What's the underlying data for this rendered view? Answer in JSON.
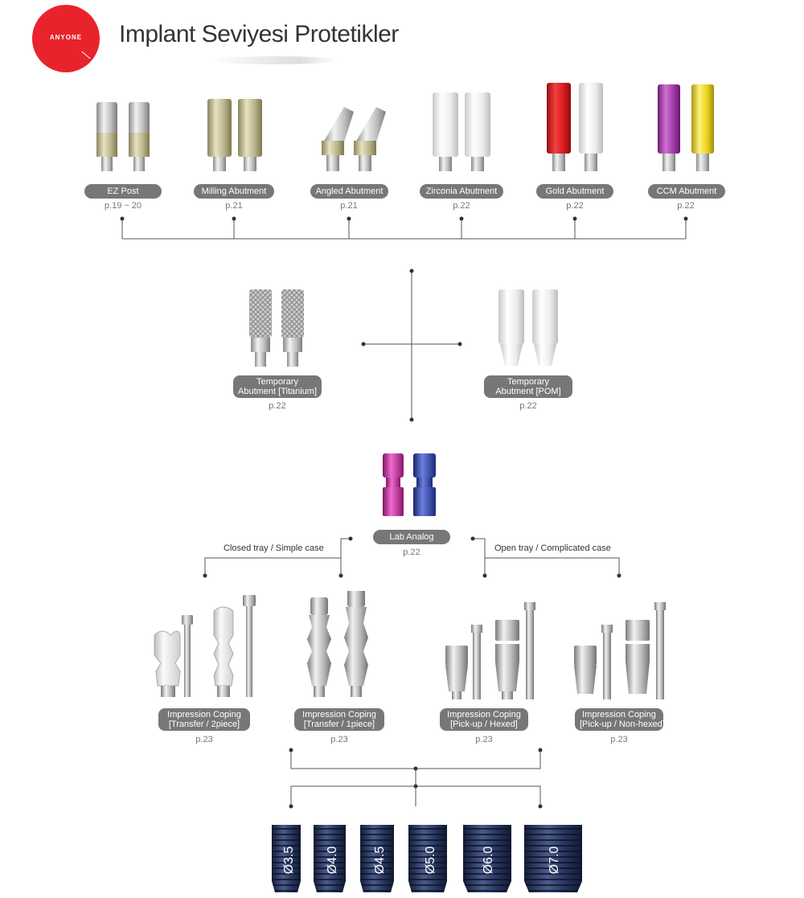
{
  "header": {
    "logo_text": "ANYONE",
    "title": "Implant Seviyesi Protetikler"
  },
  "abutments": [
    {
      "label": "EZ Post",
      "page": "p.19 ~ 20"
    },
    {
      "label": "Milling Abutment",
      "page": "p.21"
    },
    {
      "label": "Angled Abutment",
      "page": "p.21"
    },
    {
      "label": "Zirconia Abutment",
      "page": "p.22"
    },
    {
      "label": "Gold Abutment",
      "page": "p.22"
    },
    {
      "label": "CCM Abutment",
      "page": "p.22"
    }
  ],
  "temporary": [
    {
      "label_line1": "Temporary",
      "label_line2": "Abutment [Titanium]",
      "page": "p.22"
    },
    {
      "label_line1": "Temporary",
      "label_line2": "Abutment [POM]",
      "page": "p.22"
    }
  ],
  "lab_analog": {
    "label": "Lab Analog",
    "page": "p.22"
  },
  "trays": {
    "closed": "Closed tray / Simple case",
    "open": "Open tray / Complicated case"
  },
  "copings": [
    {
      "label_line1": "Impression Coping",
      "label_line2": "[Transfer / 2piece]",
      "page": "p.23"
    },
    {
      "label_line1": "Impression Coping",
      "label_line2": "[Transfer / 1piece]",
      "page": "p.23"
    },
    {
      "label_line1": "Impression Coping",
      "label_line2": "[Pick-up / Hexed]",
      "page": "p.23"
    },
    {
      "label_line1": "Impression Coping",
      "label_line2": "[Pick-up / Non-hexed]",
      "page": "p.23"
    }
  ],
  "implants": [
    "Ø3.5",
    "Ø4.0",
    "Ø4.5",
    "Ø5.0",
    "Ø6.0",
    "Ø7.0"
  ],
  "colors": {
    "brand_red": "#e8232b",
    "pill_gray": "#777777",
    "implant_navy": "#1f2e55",
    "gold_red": "#d81a1e",
    "ccm_purple": "#a23aa8",
    "ccm_yellow": "#e8d21c",
    "analog_pink": "#c8289c",
    "analog_blue": "#2a3fa0"
  }
}
